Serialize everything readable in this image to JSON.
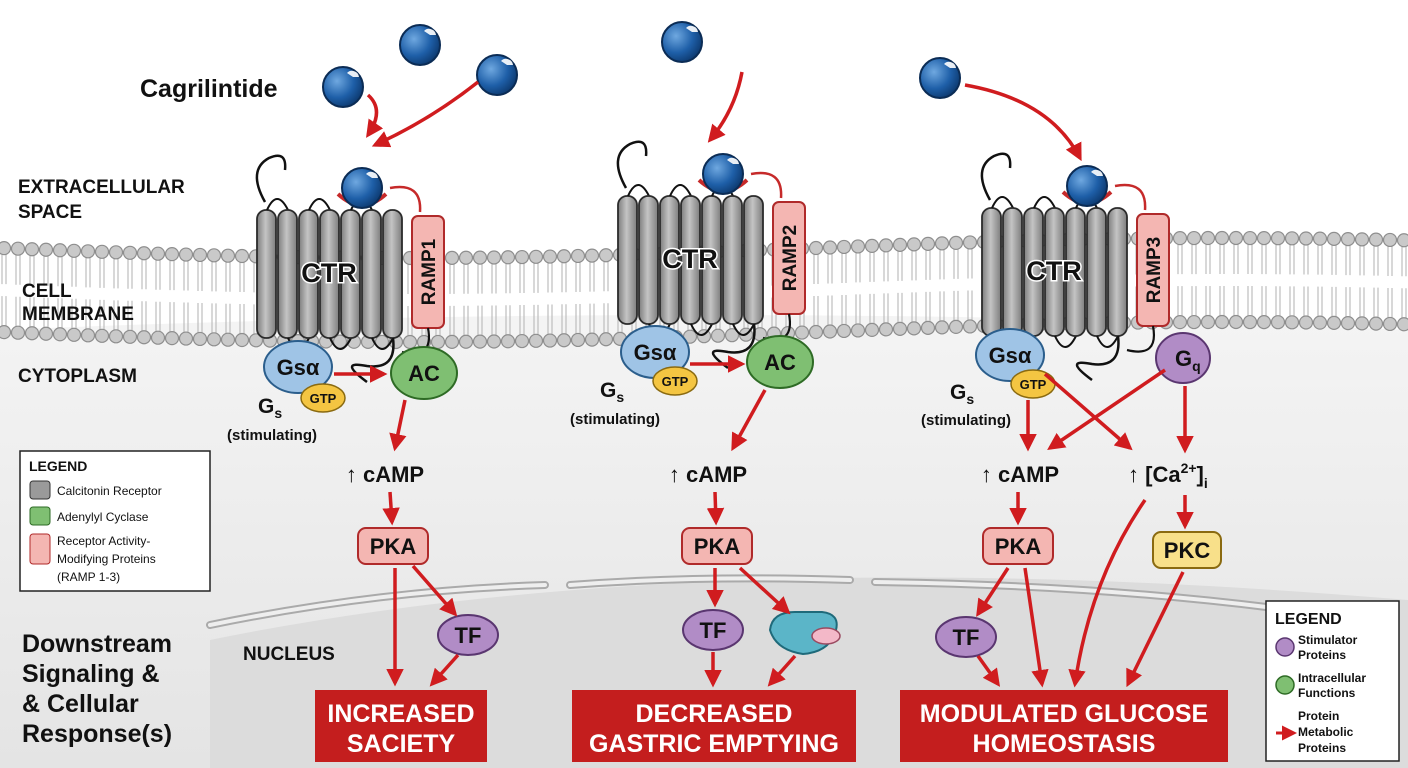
{
  "labels": {
    "ligand": "Cagrilintide",
    "extracellular_1": "EXTRACELLULAR",
    "extracellular_2": "SPACE",
    "membrane_1": "CELL",
    "membrane_2": "MEMBRANE",
    "cytoplasm": "CYTOPLASM",
    "nucleus": "NUCLEUS",
    "downstream_1": "Downstream",
    "downstream_2": "Signaling &",
    "downstream_3": "& Cellular",
    "downstream_4": "Response(s)"
  },
  "molecules": {
    "receptor": "CTR",
    "ramp1": "RAMP1",
    "ramp2": "RAMP2",
    "ramp3": "RAMP3",
    "gsa": "Gsα",
    "gtp": "GTP",
    "gs": "G",
    "gs_sub": "s",
    "stimulating": "(stimulating)",
    "ac": "AC",
    "camp": "↑ cAMP",
    "pka": "PKA",
    "tf": "TF",
    "gq": "G",
    "gq_sub": "q",
    "ca": "↑ [Ca",
    "ca_sup": "2+",
    "ca_close": "]",
    "ca_sub": "i",
    "pkc": "PKC"
  },
  "outcomes": {
    "left_1": "INCREASED",
    "left_2": "SACIETY",
    "mid_1": "DECREASED",
    "mid_2": "GASTRIC EMPTYING",
    "right_1": "MODULATED GLUCOSE",
    "right_2": "HOMEOSTASIS"
  },
  "legend_left": {
    "title": "LEGEND",
    "item1": "Calcitonin Receptor",
    "item2": "Adenylyl Cyclase",
    "item3_1": "Receptor Activity-",
    "item3_2": "Modifying Proteins",
    "item3_3": "(RAMP 1-3)"
  },
  "legend_right": {
    "title": "LEGEND",
    "item1_1": "Stimulator",
    "item1_2": "Proteins",
    "item2_1": "Intracellular",
    "item2_2": "Functions",
    "item3_1": "Protein",
    "item3_2": "Metabolic",
    "item3_3": "Proteins"
  },
  "colors": {
    "arrow": "#d01c1f",
    "receptor": "#9a9a9a",
    "ramp": "#f4b6b2",
    "ac": "#7fbf72",
    "gsa": "#9fc4e6",
    "gtp": "#f4c542",
    "tf": "#b18cc6",
    "pkc": "#f8e08a",
    "outcome": "#c41e1e",
    "ligand": "#1e5fa8"
  }
}
